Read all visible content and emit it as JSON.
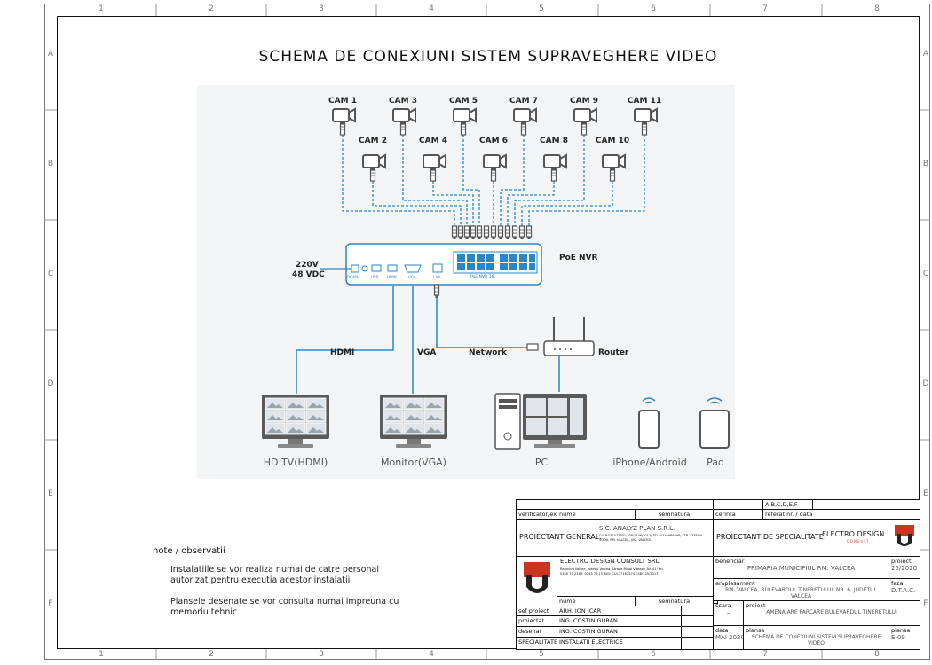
{
  "title": "SCHEMA DE CONEXIUNI SISTEM SUPRAVEGHERE VIDEO",
  "grid": {
    "columns": [
      "1",
      "2",
      "3",
      "4",
      "5",
      "6",
      "7",
      "8"
    ],
    "rows": [
      "A",
      "B",
      "C",
      "D",
      "E",
      "F"
    ]
  },
  "cameras": [
    "CAM 1",
    "CAM 2",
    "CAM 3",
    "CAM 4",
    "CAM 5",
    "CAM 6",
    "CAM 7",
    "CAM 8",
    "CAM 9",
    "CAM 10",
    "CAM 11"
  ],
  "nvr": {
    "label": "PoE NVR",
    "power_voltage": "220V",
    "power_dc": "48 VDC",
    "port_labels": [
      "DC48V",
      "USB",
      "HDMI",
      "VGA",
      "LAN"
    ],
    "model_text": "PoE NVR 16"
  },
  "connections": {
    "hdmi": "HDMI",
    "vga": "VGA",
    "network": "Network",
    "router": "Router"
  },
  "devices": [
    "HD TV(HDMI)",
    "Monitor(VGA)",
    "PC",
    "iPhone/Android",
    "Pad"
  ],
  "notes": {
    "title": "note / observatii",
    "items": [
      "Instalatiile se vor realiza numai de catre personal autorizat pentru executia acestor instalatii",
      "Plansele desenate se vor consulta numai impreuna cu memoriu tehnic."
    ]
  },
  "title_block": {
    "dash": "–",
    "a_b_c_d_e_f": "A,B,C,D,E,F",
    "verificator": "verificator/expert",
    "nume": "nume",
    "semnatura": "semnatura",
    "cerinta": "cerinta",
    "referat": "referat nr. / data",
    "proiectant_general": "PROIECTANT GENERAL:",
    "proiectant_general_name": "S.C. ANALYZ PLAN S.R.L.",
    "proiectant_general_details": "CUI RO31577301; J38/1136/2014; TEL: 0744986498; STR. STEFAN VODA, RM. VALCEA, JUD. VALCEA",
    "proiectant_specialitate": "PROIECTANT DE SPECIALITATE:",
    "company_logo_text": "ELECTRO DESIGN",
    "company_logo_sub": "CONSULT",
    "company_name": "ELECTRO DESIGN CONSULT SRL",
    "company_details": "Ramnicu Valcea, Judetul Valcea, Strada Mihai Viteazu, Nr. 41; tel. 0350 70 2184; 0753 76 15 863; CUI 37162574, J38/125/2017",
    "beneficiar_label": "beneficiar",
    "beneficiar": "PRIMARIA MUNICIPIUL RM. VALCEA",
    "amplasament_label": "amplasament",
    "amplasament": "RM. VALCEA, BULEVARDUL TINERETULUI, NR. 6, JUDETUL VALCEA",
    "proiect_label": "proiect",
    "proiect": "AMENAJARE PARCARE BULEVARDUL TINERETULUI",
    "project_nr_label": "proiect",
    "project_nr": "25/2020",
    "faza_label": "faza",
    "faza": "D.T.A.C.",
    "sef_proiect": "sef proiect",
    "sef_proiect_name": "ARH. ION ICAR",
    "proiectat": "proiectat",
    "proiectat_name": "ING. COSTIN GURAN",
    "desenat": "desenat",
    "desenat_name": "ING. COSTIN GURAN",
    "specialitatea": "SPECIALITATEA",
    "specialitatea_value": "INSTALATII ELECTRICE",
    "scara_label": "scara",
    "scara": "–",
    "data_label": "data",
    "data": "MAI 2020",
    "plansa_label": "plansa",
    "plansa_title": "SCHEMA DE CONEXIUNI SISTEM SUPRAVEGHERE VIDEO",
    "plansa_nr_label": "plansa",
    "plansa_nr": "E-09"
  }
}
